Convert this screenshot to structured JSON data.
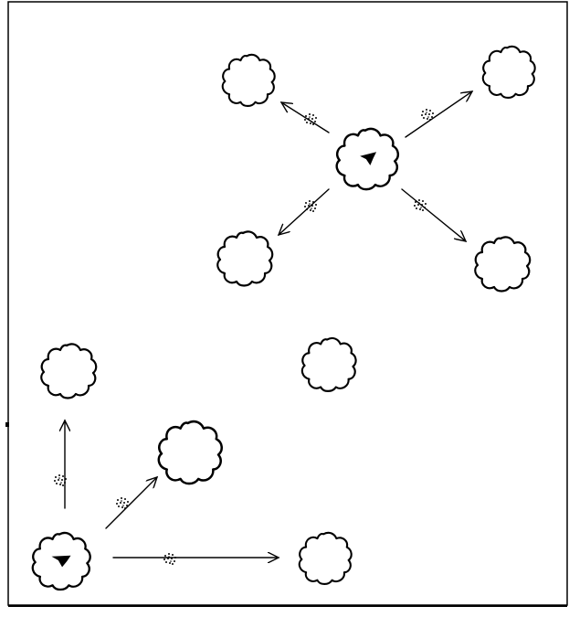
{
  "figure": {
    "border_color": "#000000",
    "line_color": "#000000",
    "dot_color": "#8a8a8a"
  },
  "clusters": [
    {
      "name": "top-right",
      "source_has_mark": true,
      "target_count": 4
    },
    {
      "name": "bottom-left",
      "source_has_mark": true,
      "target_count": 3
    }
  ],
  "standalone_cells": 1
}
